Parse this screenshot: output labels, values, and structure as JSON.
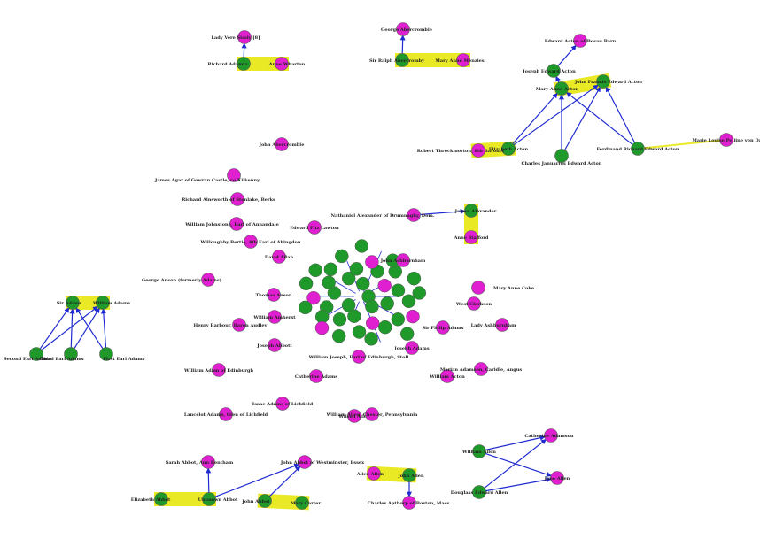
{
  "graph": {
    "colors": {
      "male": "#1f9a2a",
      "female": "#e020d0",
      "edge_parent": "#1f2bd0",
      "edge_spouse": "#e6e600",
      "node_stroke": "#555555"
    },
    "nodes": [
      {
        "id": "n1",
        "gender": "female",
        "label": "Lady Vere Sissly [8]"
      },
      {
        "id": "n2",
        "gender": "male",
        "label": "Richard Adamtz"
      },
      {
        "id": "n3",
        "gender": "female",
        "label": "Anne Wharton"
      },
      {
        "id": "n4",
        "gender": "female",
        "label": "George Abercrombie"
      },
      {
        "id": "n5",
        "gender": "male",
        "label": "Sir Ralph Abercromby"
      },
      {
        "id": "n6",
        "gender": "female",
        "label": "Mary Anne Menzies"
      },
      {
        "id": "n7",
        "gender": "female",
        "label": "Edward Acton of Bosau Barn"
      },
      {
        "id": "n8",
        "gender": "male",
        "label": "Joseph Edward Acton"
      },
      {
        "id": "n9",
        "gender": "male",
        "label": "Mary Anne Acton"
      },
      {
        "id": "n10",
        "gender": "male",
        "label": "John Francis Edward Acton"
      },
      {
        "id": "n11",
        "gender": "male",
        "label": "Elizabeth Acton"
      },
      {
        "id": "n12",
        "gender": "male",
        "label": "Charles Januarius Edward Acton"
      },
      {
        "id": "n13",
        "gender": "male",
        "label": "Ferdinand Richard Edward Acton"
      },
      {
        "id": "n14",
        "gender": "female",
        "label": "Marie Louise Pelline von Dalberg"
      },
      {
        "id": "n15",
        "gender": "female",
        "label": "Robert Throckmorton, 8th Baronet"
      },
      {
        "id": "n16",
        "gender": "female",
        "label": "John Abercrombie"
      },
      {
        "id": "n17",
        "gender": "female",
        "label": "James Agar of Gowran Castle, co Kilkenny"
      },
      {
        "id": "n18",
        "gender": "female",
        "label": "Nathaniel Alexander of Drumnaghy, Dom."
      },
      {
        "id": "n19",
        "gender": "male",
        "label": "James Alexander"
      },
      {
        "id": "n20",
        "gender": "female",
        "label": "Anne Stafford"
      },
      {
        "id": "n21",
        "gender": "female",
        "label": "Richard Ainsworth of Stonlake, Berks"
      },
      {
        "id": "n22",
        "gender": "female",
        "label": "William Johnstone, Earl of Annandale"
      },
      {
        "id": "n23",
        "gender": "female",
        "label": "Edward Fitz Lawton"
      },
      {
        "id": "n24",
        "gender": "female",
        "label": "Willoughby Bertie, 4th Earl of Abingdon"
      },
      {
        "id": "n25",
        "gender": "female",
        "label": "John Ashburnham"
      },
      {
        "id": "n26",
        "gender": "female",
        "label": "George Anson (formerly Adams)"
      },
      {
        "id": "n27",
        "gender": "female",
        "label": "David Allan"
      },
      {
        "id": "n28",
        "gender": "female",
        "label": "Thomas Anson"
      },
      {
        "id": "n29",
        "gender": "female",
        "label": "Mary Anne Coke"
      },
      {
        "id": "n30",
        "gender": "female",
        "label": "West Clarkson"
      },
      {
        "id": "n31",
        "gender": "female",
        "label": "William Amherst"
      },
      {
        "id": "n32",
        "gender": "male",
        "label": "Sir Adams"
      },
      {
        "id": "n33",
        "gender": "male",
        "label": "William Adams"
      },
      {
        "id": "n34",
        "gender": "male",
        "label": "Second Earl Adams"
      },
      {
        "id": "n35",
        "gender": "male",
        "label": "Third Earl Adams"
      },
      {
        "id": "n36",
        "gender": "male",
        "label": "First Earl Adams"
      },
      {
        "id": "n37",
        "gender": "female",
        "label": "Henry Barbour, Baron Audley"
      },
      {
        "id": "n38",
        "gender": "female",
        "label": "Lady Ashburnham"
      },
      {
        "id": "n39",
        "gender": "female",
        "label": "Sir Philip Adams"
      },
      {
        "id": "n40",
        "gender": "female",
        "label": "William Adam of Edinburgh"
      },
      {
        "id": "n41",
        "gender": "female",
        "label": "Joseph Abbott"
      },
      {
        "id": "n42",
        "gender": "female",
        "label": "William Joseph, Earl of Edinburgh, Stoll"
      },
      {
        "id": "n43",
        "gender": "female",
        "label": "Joseph Adams"
      },
      {
        "id": "n44",
        "gender": "female",
        "label": "Catherine Adams"
      },
      {
        "id": "n45",
        "gender": "female",
        "label": "William Acton"
      },
      {
        "id": "n46",
        "gender": "female",
        "label": "Marian Adamson, Caridle, Angus"
      },
      {
        "id": "n47",
        "gender": "female",
        "label": "Isaac Adams of Lichfield"
      },
      {
        "id": "n48",
        "gender": "female",
        "label": "Lancelot Adams, Glen of Lichfield"
      },
      {
        "id": "n49",
        "gender": "female",
        "label": "Wilson Allen"
      },
      {
        "id": "n50",
        "gender": "female",
        "label": "William Allen, Chester, Pennsylvania"
      },
      {
        "id": "n51",
        "gender": "male",
        "label": "William Allen"
      },
      {
        "id": "n52",
        "gender": "female",
        "label": "Catherine Adamson"
      },
      {
        "id": "n53",
        "gender": "female",
        "label": "Jane Allen"
      },
      {
        "id": "n54",
        "gender": "male",
        "label": "Douglass Edward Allen"
      },
      {
        "id": "n55",
        "gender": "female",
        "label": "Sarah Abbot, Ann Bentham"
      },
      {
        "id": "n56",
        "gender": "female",
        "label": "John Abbot of Westminster, Essex"
      },
      {
        "id": "n57",
        "gender": "male",
        "label": "Elizabeth Abbot"
      },
      {
        "id": "n58",
        "gender": "male",
        "label": "Unknown Abbot"
      },
      {
        "id": "n59",
        "gender": "male",
        "label": "John Abbot"
      },
      {
        "id": "n60",
        "gender": "male",
        "label": "Mary Carter"
      },
      {
        "id": "n61",
        "gender": "female",
        "label": "Alice Allen"
      },
      {
        "id": "n62",
        "gender": "male",
        "label": "John Allen"
      },
      {
        "id": "n63",
        "gender": "female",
        "label": "Charles Apthorp of Boston, Mass."
      }
    ],
    "edges": [
      {
        "from": "n2",
        "to": "n1",
        "type": "parent"
      },
      {
        "from": "n2",
        "to": "n3",
        "type": "spouse"
      },
      {
        "from": "n5",
        "to": "n4",
        "type": "parent"
      },
      {
        "from": "n5",
        "to": "n6",
        "type": "spouse"
      },
      {
        "from": "n8",
        "to": "n7",
        "type": "parent"
      },
      {
        "from": "n9",
        "to": "n8",
        "type": "parent"
      },
      {
        "from": "n9",
        "to": "n10",
        "type": "spouse"
      },
      {
        "from": "n11",
        "to": "n9",
        "type": "parent"
      },
      {
        "from": "n11",
        "to": "n10",
        "type": "parent"
      },
      {
        "from": "n12",
        "to": "n9",
        "type": "parent"
      },
      {
        "from": "n12",
        "to": "n10",
        "type": "parent"
      },
      {
        "from": "n13",
        "to": "n9",
        "type": "parent"
      },
      {
        "from": "n13",
        "to": "n10",
        "type": "parent"
      },
      {
        "from": "n11",
        "to": "n15",
        "type": "spouse"
      },
      {
        "from": "n13",
        "to": "n14",
        "type": "spouse"
      },
      {
        "from": "n18",
        "to": "n19",
        "type": "parent"
      },
      {
        "from": "n19",
        "to": "n20",
        "type": "spouse"
      },
      {
        "from": "n32",
        "to": "n33",
        "type": "spouse"
      },
      {
        "from": "n34",
        "to": "n32",
        "type": "parent"
      },
      {
        "from": "n34",
        "to": "n33",
        "type": "parent"
      },
      {
        "from": "n35",
        "to": "n32",
        "type": "parent"
      },
      {
        "from": "n35",
        "to": "n33",
        "type": "parent"
      },
      {
        "from": "n36",
        "to": "n32",
        "type": "parent"
      },
      {
        "from": "n36",
        "to": "n33",
        "type": "parent"
      },
      {
        "from": "n51",
        "to": "n52",
        "type": "parent"
      },
      {
        "from": "n51",
        "to": "n53",
        "type": "parent"
      },
      {
        "from": "n54",
        "to": "n52",
        "type": "parent"
      },
      {
        "from": "n54",
        "to": "n53",
        "type": "parent"
      },
      {
        "from": "n58",
        "to": "n55",
        "type": "parent"
      },
      {
        "from": "n58",
        "to": "n56",
        "type": "parent"
      },
      {
        "from": "n57",
        "to": "n58",
        "type": "spouse"
      },
      {
        "from": "n59",
        "to": "n56",
        "type": "parent"
      },
      {
        "from": "n59",
        "to": "n60",
        "type": "spouse"
      },
      {
        "from": "n61",
        "to": "n62",
        "type": "spouse"
      },
      {
        "from": "n62",
        "to": "n63",
        "type": "parent"
      }
    ],
    "central_cluster_count": 38
  }
}
